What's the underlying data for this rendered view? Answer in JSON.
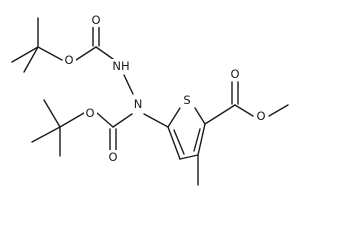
{
  "molecule": {
    "atom_labels": {
      "o1": "O",
      "o2": "O",
      "nh": "NH",
      "n": "N",
      "o3": "O",
      "o4": "O",
      "s": "S",
      "o5": "O",
      "o6": "O"
    }
  }
}
